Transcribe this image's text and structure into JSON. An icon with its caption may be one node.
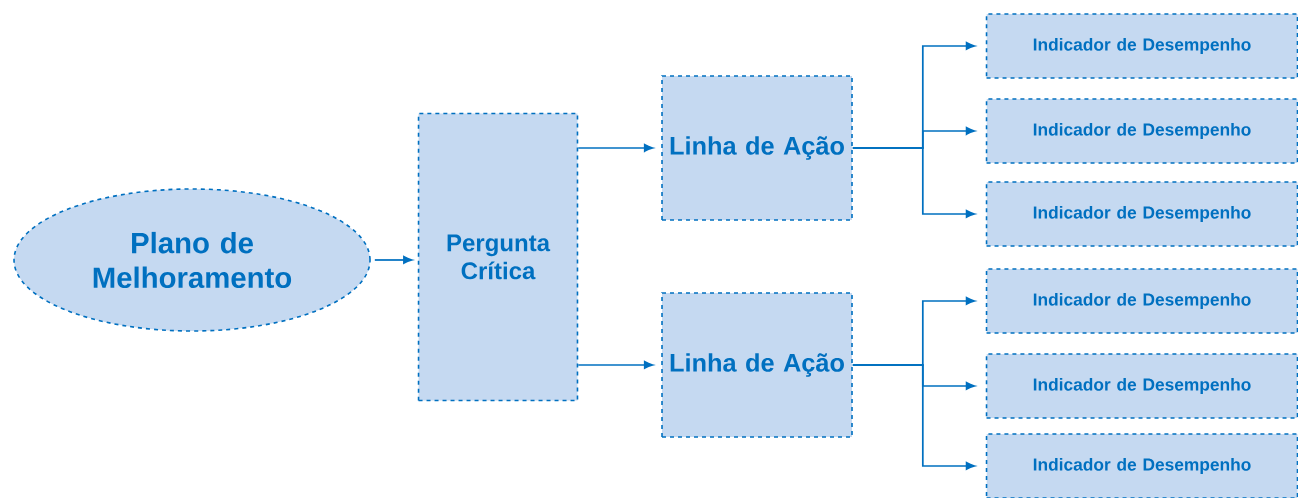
{
  "diagram": {
    "nodes": [
      {
        "text": [
          "Plano de Melhoramento"
        ]
      },
      {
        "text": [
          "Pergunta Crítica"
        ]
      },
      {
        "text": [
          "Linha de Ação"
        ]
      },
      {
        "text": [
          "Linha de Ação"
        ]
      },
      {
        "text": [
          "Indicador de Desempenho"
        ]
      },
      {
        "text": [
          "Indicador de Desempenho"
        ]
      },
      {
        "text": [
          "Indicador de Desempenho"
        ]
      },
      {
        "text": [
          "Indicador de Desempenho"
        ]
      },
      {
        "text": [
          "Indicador de Desempenho"
        ]
      },
      {
        "text": [
          "Indicador de Desempenho"
        ]
      }
    ],
    "edges": [
      {
        "from": 0,
        "to": 1,
        "arrow": "to"
      },
      {
        "from": 1,
        "to": 2,
        "arrow": "to"
      },
      {
        "from": 1,
        "to": 3,
        "arrow": "to"
      },
      {
        "from": 2,
        "to": 4,
        "arrow": "to"
      },
      {
        "from": 2,
        "to": 5,
        "arrow": "to"
      },
      {
        "from": 2,
        "to": 6,
        "arrow": "to"
      },
      {
        "from": 3,
        "to": 7,
        "arrow": "to"
      },
      {
        "from": 3,
        "to": 8,
        "arrow": "to"
      },
      {
        "from": 3,
        "to": 9,
        "arrow": "to"
      }
    ]
  }
}
